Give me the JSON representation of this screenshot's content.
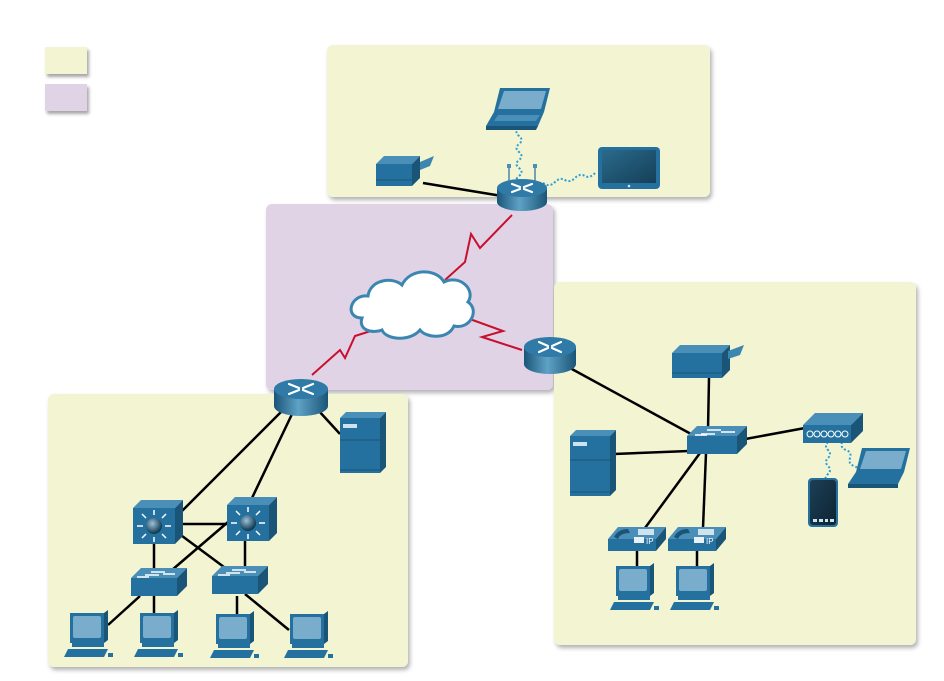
{
  "colors": {
    "lan_zone": "#f2f4d2",
    "wan_zone": "#e0d3e5",
    "device_blue": "#2471a0",
    "device_dark": "#1a5578",
    "device_light": "#7aaccb",
    "ethernet_link": "#000000",
    "serial_link": "#c8102e",
    "wireless_link": "#2a9fd8",
    "cloud_stroke": "#3b86b0"
  },
  "legend": [
    {
      "id": "lan",
      "label": "",
      "color": "#f2f4d2"
    },
    {
      "id": "wan",
      "label": "",
      "color": "#e0d3e5"
    }
  ],
  "zones": [
    {
      "id": "home-lan",
      "type": "lan"
    },
    {
      "id": "wan-cloud",
      "type": "wan"
    },
    {
      "id": "branch-lan",
      "type": "lan"
    },
    {
      "id": "campus-lan",
      "type": "lan"
    }
  ],
  "devices": [
    {
      "id": "home-router",
      "type": "wireless-router"
    },
    {
      "id": "home-printer",
      "type": "printer"
    },
    {
      "id": "home-laptop",
      "type": "laptop"
    },
    {
      "id": "home-tv",
      "type": "smart-tv"
    },
    {
      "id": "internet-cloud",
      "type": "cloud"
    },
    {
      "id": "branch-router",
      "type": "router"
    },
    {
      "id": "branch-printer",
      "type": "printer"
    },
    {
      "id": "branch-switch",
      "type": "switch"
    },
    {
      "id": "branch-server",
      "type": "server"
    },
    {
      "id": "branch-ap",
      "type": "access-point"
    },
    {
      "id": "branch-phone-device",
      "type": "smartphone"
    },
    {
      "id": "branch-laptop",
      "type": "laptop"
    },
    {
      "id": "ip-phone-1",
      "type": "ip-phone",
      "label": "IP"
    },
    {
      "id": "ip-phone-2",
      "type": "ip-phone",
      "label": "IP"
    },
    {
      "id": "branch-pc-1",
      "type": "pc"
    },
    {
      "id": "branch-pc-2",
      "type": "pc"
    },
    {
      "id": "campus-router",
      "type": "router"
    },
    {
      "id": "campus-server",
      "type": "server"
    },
    {
      "id": "ml-switch-1",
      "type": "multilayer-switch"
    },
    {
      "id": "ml-switch-2",
      "type": "multilayer-switch"
    },
    {
      "id": "access-switch-1",
      "type": "switch"
    },
    {
      "id": "access-switch-2",
      "type": "switch"
    },
    {
      "id": "campus-pc-1",
      "type": "pc"
    },
    {
      "id": "campus-pc-2",
      "type": "pc"
    },
    {
      "id": "campus-pc-3",
      "type": "pc"
    },
    {
      "id": "campus-pc-4",
      "type": "pc"
    }
  ],
  "links": [
    {
      "from": "home-router",
      "to": "home-printer",
      "type": "ethernet"
    },
    {
      "from": "home-router",
      "to": "home-laptop",
      "type": "wireless"
    },
    {
      "from": "home-router",
      "to": "home-tv",
      "type": "wireless"
    },
    {
      "from": "home-router",
      "to": "internet-cloud",
      "type": "serial"
    },
    {
      "from": "branch-router",
      "to": "internet-cloud",
      "type": "serial"
    },
    {
      "from": "campus-router",
      "to": "internet-cloud",
      "type": "serial"
    },
    {
      "from": "branch-router",
      "to": "branch-switch",
      "type": "ethernet"
    },
    {
      "from": "branch-printer",
      "to": "branch-switch",
      "type": "ethernet"
    },
    {
      "from": "branch-server",
      "to": "branch-switch",
      "type": "ethernet"
    },
    {
      "from": "branch-ap",
      "to": "branch-switch",
      "type": "ethernet"
    },
    {
      "from": "branch-ap",
      "to": "branch-phone-device",
      "type": "wireless"
    },
    {
      "from": "branch-ap",
      "to": "branch-laptop",
      "type": "wireless"
    },
    {
      "from": "ip-phone-1",
      "to": "branch-switch",
      "type": "ethernet"
    },
    {
      "from": "ip-phone-2",
      "to": "branch-switch",
      "type": "ethernet"
    },
    {
      "from": "ip-phone-1",
      "to": "branch-pc-1",
      "type": "ethernet"
    },
    {
      "from": "ip-phone-2",
      "to": "branch-pc-2",
      "type": "ethernet"
    },
    {
      "from": "campus-router",
      "to": "campus-server",
      "type": "ethernet"
    },
    {
      "from": "campus-router",
      "to": "ml-switch-1",
      "type": "ethernet"
    },
    {
      "from": "campus-router",
      "to": "ml-switch-2",
      "type": "ethernet"
    },
    {
      "from": "ml-switch-1",
      "to": "ml-switch-2",
      "type": "ethernet"
    },
    {
      "from": "ml-switch-1",
      "to": "access-switch-1",
      "type": "ethernet"
    },
    {
      "from": "ml-switch-1",
      "to": "access-switch-2",
      "type": "ethernet"
    },
    {
      "from": "ml-switch-2",
      "to": "access-switch-1",
      "type": "ethernet"
    },
    {
      "from": "ml-switch-2",
      "to": "access-switch-2",
      "type": "ethernet"
    },
    {
      "from": "access-switch-1",
      "to": "campus-pc-1",
      "type": "ethernet"
    },
    {
      "from": "access-switch-1",
      "to": "campus-pc-2",
      "type": "ethernet"
    },
    {
      "from": "access-switch-2",
      "to": "campus-pc-3",
      "type": "ethernet"
    },
    {
      "from": "access-switch-2",
      "to": "campus-pc-4",
      "type": "ethernet"
    }
  ]
}
